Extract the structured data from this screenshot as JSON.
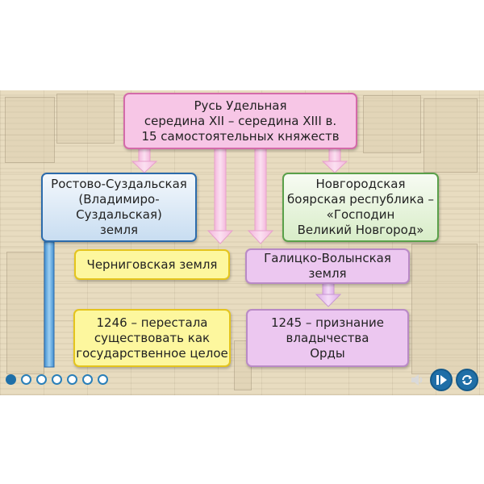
{
  "diagram": {
    "root": {
      "lines": [
        "Русь Удельная",
        "середина XII – середина XIII в.",
        "15 самостоятельных княжеств"
      ]
    },
    "rostov": {
      "lines": [
        "Ростово-Суздальская",
        "(Владимиро-",
        "Суздальская)",
        "земля"
      ]
    },
    "novgorod": {
      "lines": [
        "Новгородская",
        "боярская республика –",
        "«Господин",
        "Великий Новгород»"
      ]
    },
    "chernigov": {
      "lines": [
        "Черниговская земля"
      ]
    },
    "galich": {
      "lines": [
        "Галицко-Волынская",
        "земля"
      ]
    },
    "chernigov_fate": {
      "lines": [
        "1246 – перестала",
        "существовать как",
        "государственное целое"
      ]
    },
    "galich_fate": {
      "lines": [
        "1245 – признание",
        "владычества",
        "Орды"
      ]
    }
  },
  "colors": {
    "pink": "#f7c6e6",
    "blue": "#c8ddf1",
    "green": "#d8edc8",
    "yellow": "#fdf79e",
    "lilac": "#ecc7f0",
    "nav_accent": "#1e6fa8"
  },
  "navigation": {
    "slide_count": 7,
    "active_slide": 1,
    "controls": [
      "speaker-icon",
      "play-pause-icon",
      "replay-icon"
    ]
  }
}
